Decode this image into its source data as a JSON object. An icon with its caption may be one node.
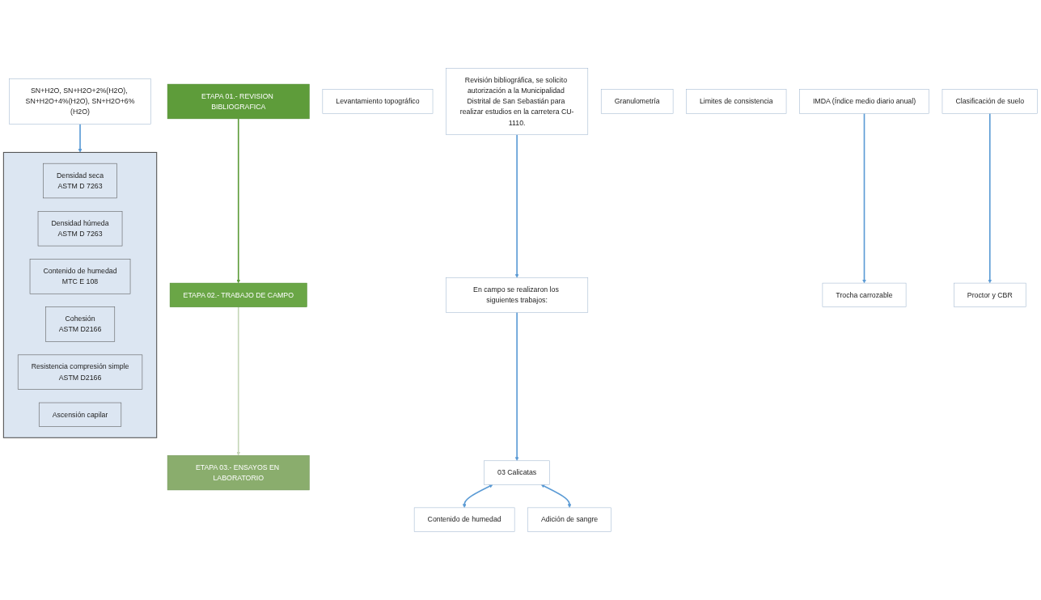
{
  "diagram": {
    "nodes": [
      {
        "text": [
          "ETAPA 01.- REVISION BIBLIOGRAFICA"
        ]
      },
      {
        "text": [
          "ETAPA 02.- TRABAJO DE CAMPO"
        ]
      },
      {
        "text": [
          "ETAPA 03.- ENSAYOS EN LABORATORIO"
        ]
      },
      {
        "text": [
          "Revisión bibliográfica, se solicito autorización a la Municipalidad Distrital de San Sebastián para realizar estudios en la carretera CU-1110."
        ]
      },
      {
        "text": [
          "En campo se realizaron los siguientes trabajos:"
        ]
      },
      {
        "text": [
          "Levantamiento topográfico"
        ]
      },
      {
        "text": [
          "03 Calicatas"
        ]
      },
      {
        "text": [
          "IMDA (Índice medio diario anual)"
        ]
      },
      {
        "text": [
          "Trocha carrozable"
        ]
      },
      {
        "text": [
          "Contenido de humedad"
        ]
      },
      {
        "text": [
          "Adición de sangre"
        ]
      },
      {
        "text": [
          "Granulometría"
        ]
      },
      {
        "text": [
          "Limites de consistencia"
        ]
      },
      {
        "text": [
          "Clasificación de suelo"
        ]
      },
      {
        "text": [
          "SN+H2O, SN+H2O+2%(H2O), SN+H2O+4%(H2O), SN+H2O+6%(H2O)"
        ]
      },
      {
        "text": [
          "Proctor y CBR"
        ]
      },
      {
        "text": [],
        "shape": "box"
      },
      {
        "text": [
          "Densidad seca",
          "ASTM D 7263"
        ],
        "in": 16
      },
      {
        "text": [
          "Densidad húmeda",
          "ASTM D 7263"
        ],
        "in": 16
      },
      {
        "text": [
          "Contenido de humedad",
          "MTC E 108"
        ],
        "in": 16
      },
      {
        "text": [
          "Cohesión",
          "ASTM D2166"
        ],
        "in": 16
      },
      {
        "text": [
          "Resistencia compresión simple",
          "ASTM D2166"
        ],
        "in": 16
      },
      {
        "text": [
          "Ascensión capilar"
        ],
        "in": 16
      }
    ],
    "edges": [
      {
        "from": 0,
        "to": 1,
        "arrow": "to",
        "color": "#5e9c3a"
      },
      {
        "from": 1,
        "to": 2,
        "arrow": "to",
        "color": "#c5d6b8"
      },
      {
        "from": 3,
        "to": 4,
        "arrow": "to"
      },
      {
        "from": 4,
        "to": 6,
        "arrow": "to"
      },
      {
        "from": 7,
        "to": 8,
        "arrow": "to"
      },
      {
        "from": 6,
        "to": 9,
        "arrow": "both"
      },
      {
        "from": 6,
        "to": 10,
        "arrow": "both"
      },
      {
        "from": 14,
        "to": 16,
        "arrow": "to"
      },
      {
        "from": 13,
        "to": 15,
        "arrow": "to"
      }
    ]
  }
}
